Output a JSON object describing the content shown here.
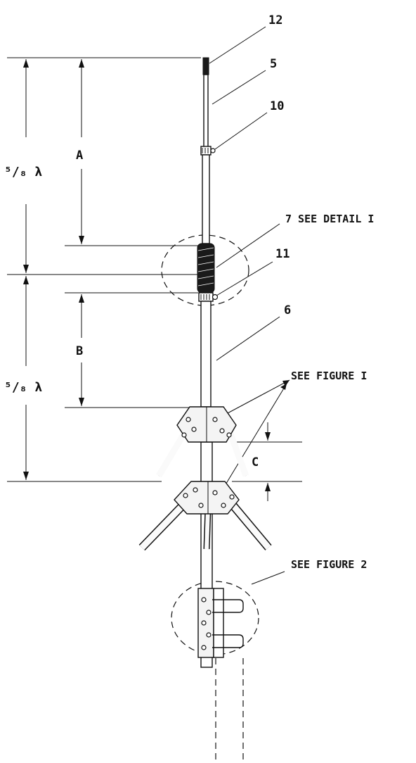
{
  "labels": {
    "part_12": "12",
    "part_5": "5",
    "part_10": "10",
    "part_7": "7 SEE DETAIL I",
    "part_11": "11",
    "part_6": "6",
    "see_figure_1": "SEE FIGURE I",
    "see_figure_2": "SEE FIGURE 2",
    "dim_a": "A",
    "dim_b": "B",
    "dim_c": "C",
    "wavelength_upper": "⁵/₈ λ",
    "wavelength_lower": "⁵/₈ λ"
  },
  "colors": {
    "ink": "#111111",
    "background": "#ffffff"
  }
}
